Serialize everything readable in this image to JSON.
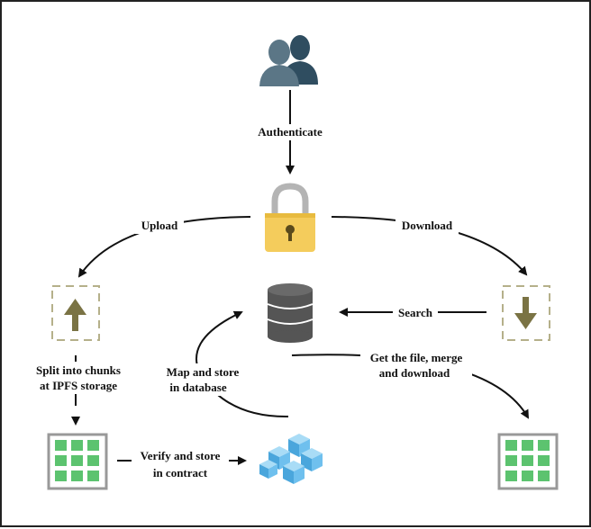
{
  "labels": {
    "authenticate": "Authenticate",
    "upload": "Upload",
    "download": "Download",
    "search": "Search",
    "split_line1": "Split into chunks",
    "split_line2": "at IPFS storage",
    "map_line1": "Map and store",
    "map_line2": "in database",
    "get_line1": "Get the file, merge",
    "get_line2": "and download",
    "verify_line1": "Verify and store",
    "verify_line2": "in contract"
  },
  "icons": {
    "users": "users-icon",
    "lock": "padlock-icon",
    "database": "database-icon",
    "upload": "upload-arrow-icon",
    "download": "download-arrow-icon",
    "chunks_left": "grid-chunks-icon",
    "chunks_right": "grid-chunks-icon",
    "blockchain": "blockchain-cubes-icon"
  },
  "colors": {
    "users": "#3b5a6e",
    "lock_body": "#f4cc5c",
    "lock_shackle": "#b8b8b8",
    "database": "#555555",
    "arrow_olive": "#7a7344",
    "dashed_border": "#b5b08a",
    "grid_cell": "#5cc36f",
    "grid_frame": "#888888",
    "cube": "#5fb8e8"
  }
}
